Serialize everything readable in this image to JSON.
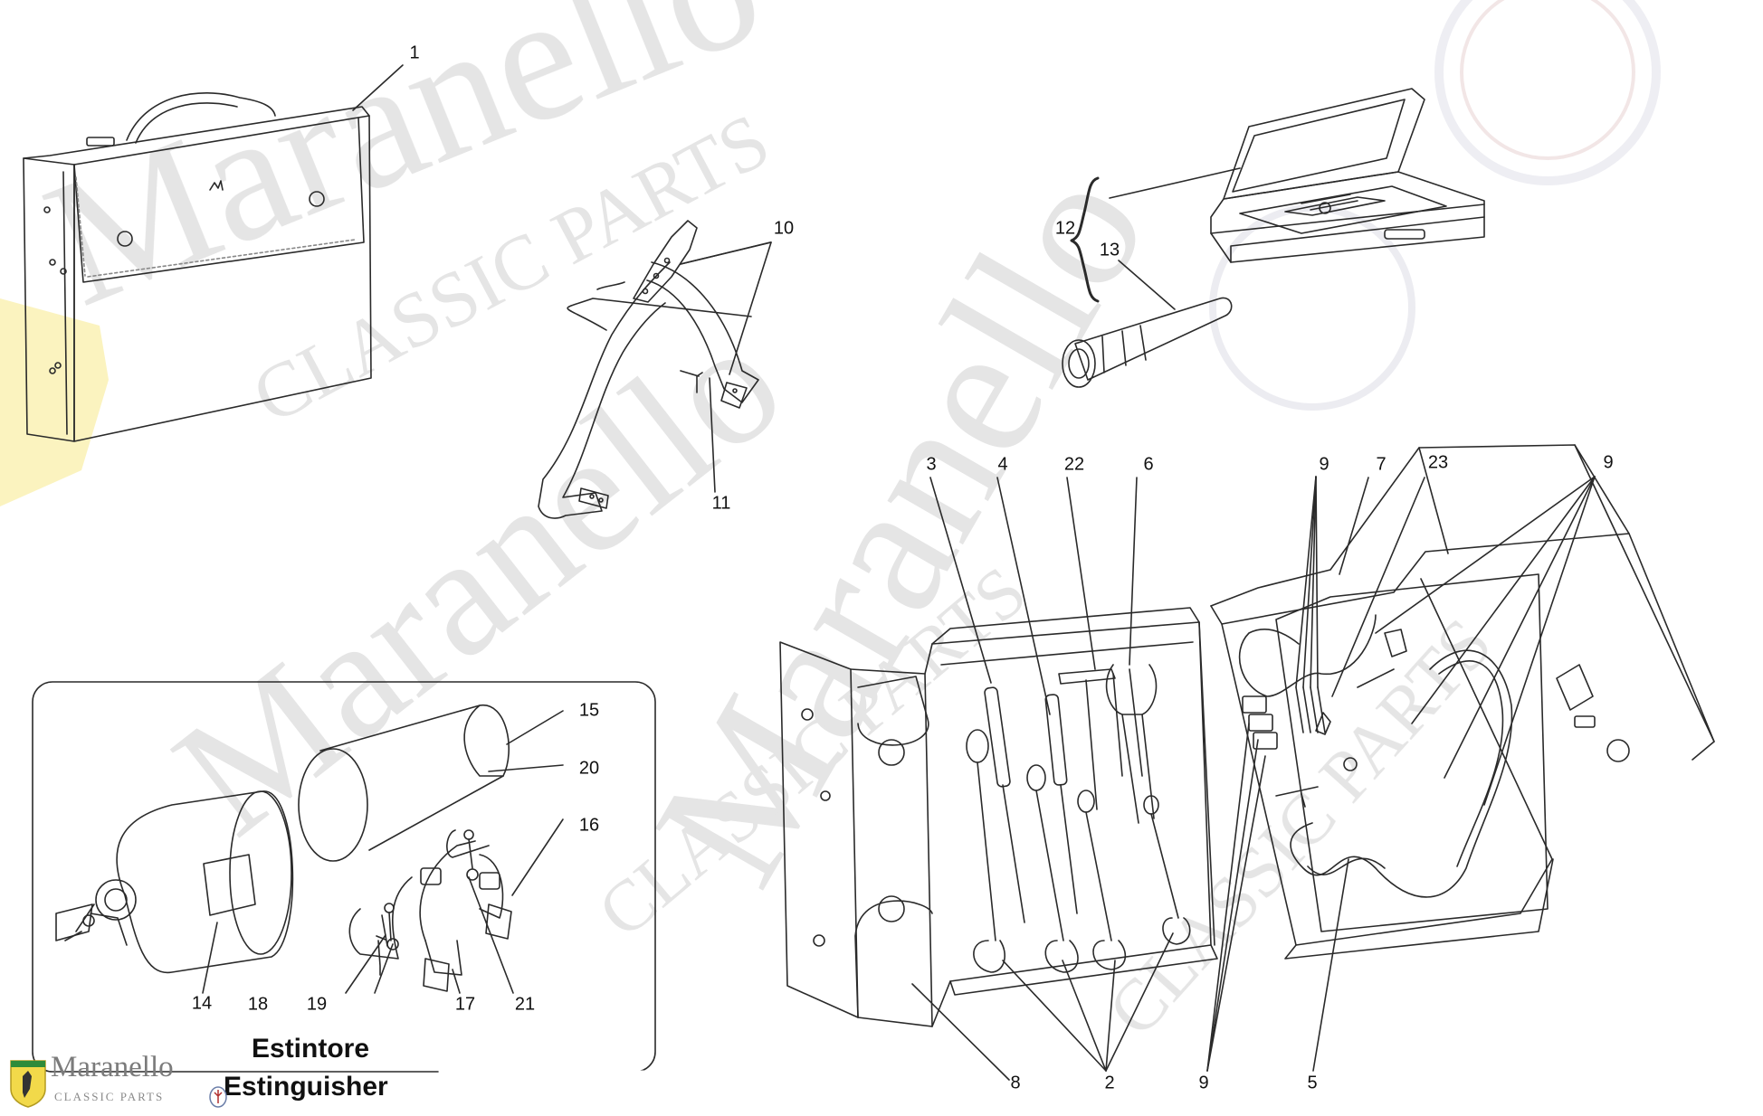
{
  "watermark": {
    "words": [
      "Maranello",
      "Maranello",
      "Maranello",
      "CLASSIC PARTS",
      "CLASSIC PARTS",
      "CLASSIC PARTS"
    ],
    "color": "#d9d9d9"
  },
  "callouts": {
    "c1": "1",
    "c2": "2",
    "c3": "3",
    "c4": "4",
    "c5": "5",
    "c6": "6",
    "c7": "7",
    "c8": "8",
    "c9a": "9",
    "c9b": "9",
    "c9c": "9",
    "c10": "10",
    "c11": "11",
    "c12": "12",
    "c13": "13",
    "c14": "14",
    "c15": "15",
    "c16": "16",
    "c17": "17",
    "c18": "18",
    "c19": "19",
    "c20": "20",
    "c21": "21",
    "c22": "22",
    "c23": "23"
  },
  "extinguisher_caption": {
    "italian": "Estintore",
    "english": "Estinguisher"
  },
  "logo": {
    "name": "Maranello",
    "subtitle": "CLASSIC PARTS",
    "shield_color": "#f2d94a"
  },
  "icons": [
    "ferrari-shield-icon",
    "maserati-trident-icon",
    "horse-emblem-icon"
  ]
}
